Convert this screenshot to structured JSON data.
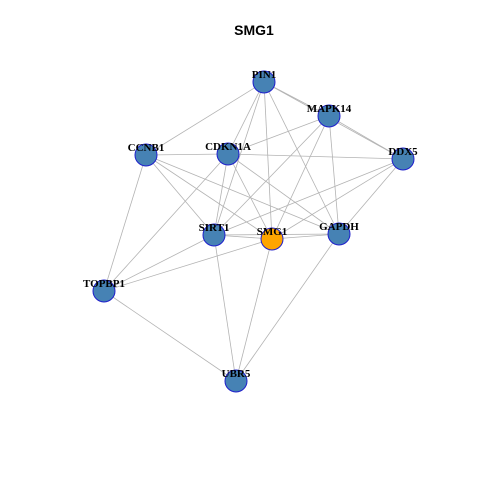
{
  "graph": {
    "title": "SMG1",
    "colors": {
      "default_node": "#4682b4",
      "center_node": "#ffa500",
      "node_border": "#1f1fcc",
      "edge": "#b3b3b3"
    },
    "nodes": [
      {
        "id": "PIN1",
        "label": "PIN1",
        "center": false
      },
      {
        "id": "MAPK14",
        "label": "MAPK14",
        "center": false
      },
      {
        "id": "CCNB1",
        "label": "CCNB1",
        "center": false
      },
      {
        "id": "CDKN1A",
        "label": "CDKN1A",
        "center": false
      },
      {
        "id": "DDX5",
        "label": "DDX5",
        "center": false
      },
      {
        "id": "SIRT1",
        "label": "SIRT1",
        "center": false
      },
      {
        "id": "SMG1",
        "label": "SMG1",
        "center": true
      },
      {
        "id": "GAPDH",
        "label": "GAPDH",
        "center": false
      },
      {
        "id": "TOPBP1",
        "label": "TOPBP1",
        "center": false
      },
      {
        "id": "UBR5",
        "label": "UBR5",
        "center": false
      }
    ],
    "edges": [
      [
        "PIN1",
        "MAPK14"
      ],
      [
        "PIN1",
        "CCNB1"
      ],
      [
        "PIN1",
        "CDKN1A"
      ],
      [
        "PIN1",
        "DDX5"
      ],
      [
        "PIN1",
        "SIRT1"
      ],
      [
        "PIN1",
        "SMG1"
      ],
      [
        "PIN1",
        "GAPDH"
      ],
      [
        "MAPK14",
        "CDKN1A"
      ],
      [
        "MAPK14",
        "DDX5"
      ],
      [
        "MAPK14",
        "SIRT1"
      ],
      [
        "MAPK14",
        "SMG1"
      ],
      [
        "MAPK14",
        "GAPDH"
      ],
      [
        "CCNB1",
        "CDKN1A"
      ],
      [
        "CCNB1",
        "SIRT1"
      ],
      [
        "CCNB1",
        "SMG1"
      ],
      [
        "CCNB1",
        "GAPDH"
      ],
      [
        "CCNB1",
        "TOPBP1"
      ],
      [
        "CDKN1A",
        "DDX5"
      ],
      [
        "CDKN1A",
        "SIRT1"
      ],
      [
        "CDKN1A",
        "SMG1"
      ],
      [
        "CDKN1A",
        "GAPDH"
      ],
      [
        "CDKN1A",
        "TOPBP1"
      ],
      [
        "DDX5",
        "SIRT1"
      ],
      [
        "DDX5",
        "SMG1"
      ],
      [
        "DDX5",
        "GAPDH"
      ],
      [
        "SIRT1",
        "SMG1"
      ],
      [
        "SIRT1",
        "GAPDH"
      ],
      [
        "SIRT1",
        "TOPBP1"
      ],
      [
        "SIRT1",
        "UBR5"
      ],
      [
        "SMG1",
        "GAPDH"
      ],
      [
        "SMG1",
        "TOPBP1"
      ],
      [
        "SMG1",
        "UBR5"
      ],
      [
        "GAPDH",
        "UBR5"
      ],
      [
        "TOPBP1",
        "UBR5"
      ]
    ]
  }
}
